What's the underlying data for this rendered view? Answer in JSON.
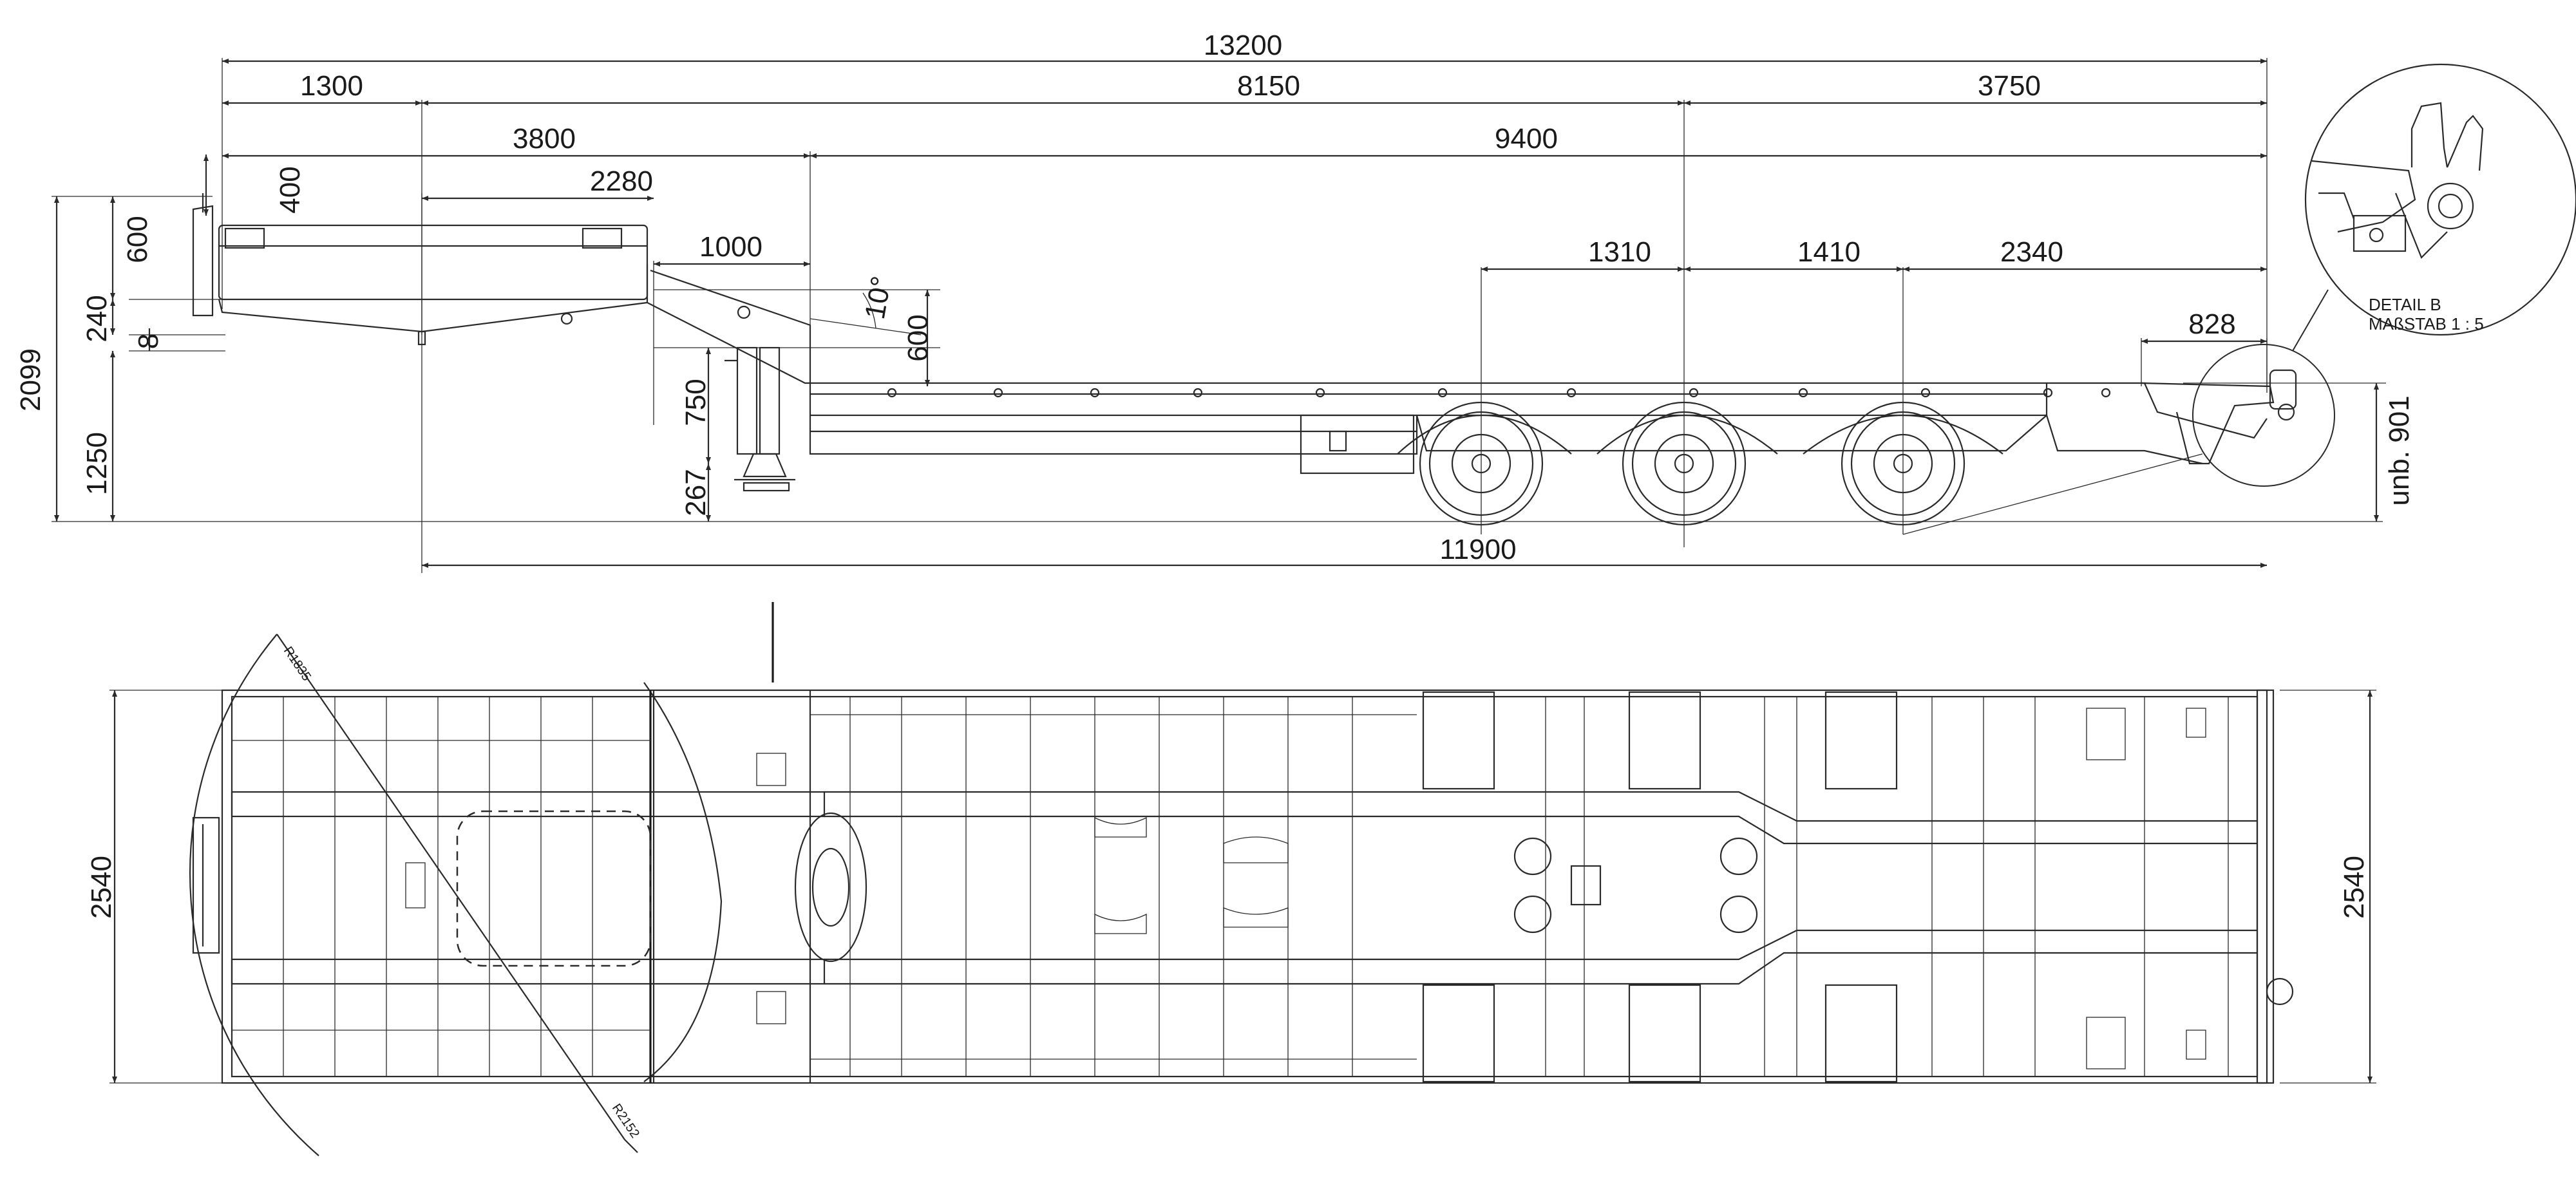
{
  "side_view": {
    "horizontal_dimensions": {
      "overall": "13200",
      "front_overhang": "1300",
      "middle": "8150",
      "rear": "3750",
      "kingpin_to_neck": "3800",
      "kingpin_to_rear": "9400",
      "gooseneck_deck": "2280",
      "gooseneck_slope": "1000",
      "axle_front_spacing": "1310",
      "axle_rear_spacing": "1410",
      "rear_overhang": "2340",
      "ramp_length": "828",
      "wheelbase_total": "11900"
    },
    "vertical_dimensions": {
      "total_height": "2099",
      "gooseneck_height": "600",
      "front_wall": "400",
      "fifth_wheel": "240",
      "plate_thickness": "8",
      "deck_height": "1250",
      "support_leg": "750",
      "foot_height": "267",
      "neck_drop": "600",
      "rear_height": "unb. 901"
    },
    "angle": "10°"
  },
  "detail": {
    "title": "DETAIL B",
    "scale": "MAßSTAB 1 : 5"
  },
  "top_view": {
    "width_left": "2540",
    "width_right": "2540",
    "radius_front": "R1835",
    "radius_swing": "R2152"
  }
}
